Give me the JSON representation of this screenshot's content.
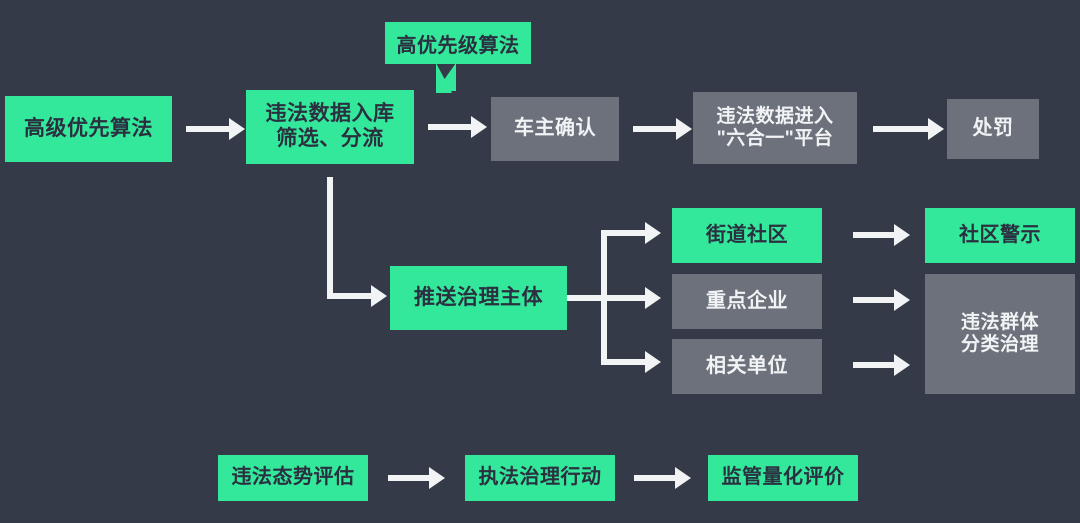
{
  "diagram": {
    "title_callout": {
      "label": "高优先级算法"
    },
    "colors": {
      "background": "#353a48",
      "accent_green": "#33e89a",
      "node_gray": "#6c717b",
      "arrow_white": "#f2f3f5",
      "green_text": "#2b3040",
      "gray_text": "#f2f3f5"
    },
    "rows": {
      "top": [
        {
          "id": "n1",
          "label": "高级优先算法",
          "style": "green"
        },
        {
          "id": "n2",
          "label": "违法数据入库\n筛选、分流",
          "style": "green"
        },
        {
          "id": "n3",
          "label": "车主确认",
          "style": "gray"
        },
        {
          "id": "n4",
          "label": "违法数据进入\n\"六合一\"平台",
          "style": "gray"
        },
        {
          "id": "n5",
          "label": "处罚",
          "style": "gray"
        }
      ],
      "middle": [
        {
          "id": "m1",
          "label": "推送治理主体",
          "style": "green"
        },
        {
          "id": "m2",
          "label": "街道社区",
          "style": "green"
        },
        {
          "id": "m3",
          "label": "重点企业",
          "style": "gray"
        },
        {
          "id": "m4",
          "label": "相关单位",
          "style": "gray"
        },
        {
          "id": "m5",
          "label": "社区警示",
          "style": "green"
        },
        {
          "id": "m6",
          "label": "违法群体\n分类治理",
          "style": "gray"
        }
      ],
      "bottom": [
        {
          "id": "b1",
          "label": "违法态势评估",
          "style": "green"
        },
        {
          "id": "b2",
          "label": "执法治理行动",
          "style": "green"
        },
        {
          "id": "b3",
          "label": "监管量化评价",
          "style": "green"
        }
      ]
    },
    "connectors": [
      {
        "name": "arrow-n1-n2",
        "kind": "arrow-right"
      },
      {
        "name": "arrow-n2-n3",
        "kind": "arrow-right"
      },
      {
        "name": "arrow-n3-n4",
        "kind": "arrow-right"
      },
      {
        "name": "arrow-n4-n5",
        "kind": "arrow-right"
      },
      {
        "name": "elbow-n2-m1",
        "kind": "elbow-down-right"
      },
      {
        "name": "bracket-m1-split",
        "kind": "bracket-three-way"
      },
      {
        "name": "arrow-m2-m5",
        "kind": "arrow-right"
      },
      {
        "name": "arrow-m3-m6",
        "kind": "arrow-right"
      },
      {
        "name": "arrow-m4-m6",
        "kind": "arrow-right"
      },
      {
        "name": "arrow-b1-b2",
        "kind": "arrow-right"
      },
      {
        "name": "arrow-b2-b3",
        "kind": "arrow-right"
      }
    ]
  }
}
